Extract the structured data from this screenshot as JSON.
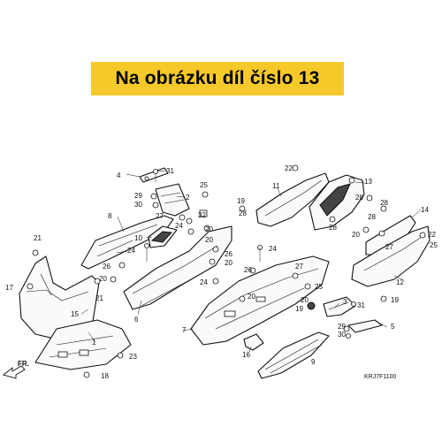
{
  "banner": {
    "text": "Na obrázku díl číslo 13",
    "color": "#f6c92b"
  },
  "diagram_code": "KRJ7F1100",
  "direction": {
    "label": "FR."
  },
  "callouts": [
    "1",
    "2",
    "3",
    "4",
    "5",
    "6",
    "7",
    "8",
    "9",
    "10",
    "11",
    "12",
    "13",
    "14",
    "15",
    "16",
    "17",
    "18",
    "19",
    "20",
    "21",
    "22",
    "23",
    "24",
    "25",
    "26",
    "27",
    "28",
    "29",
    "30",
    "31",
    "32"
  ]
}
